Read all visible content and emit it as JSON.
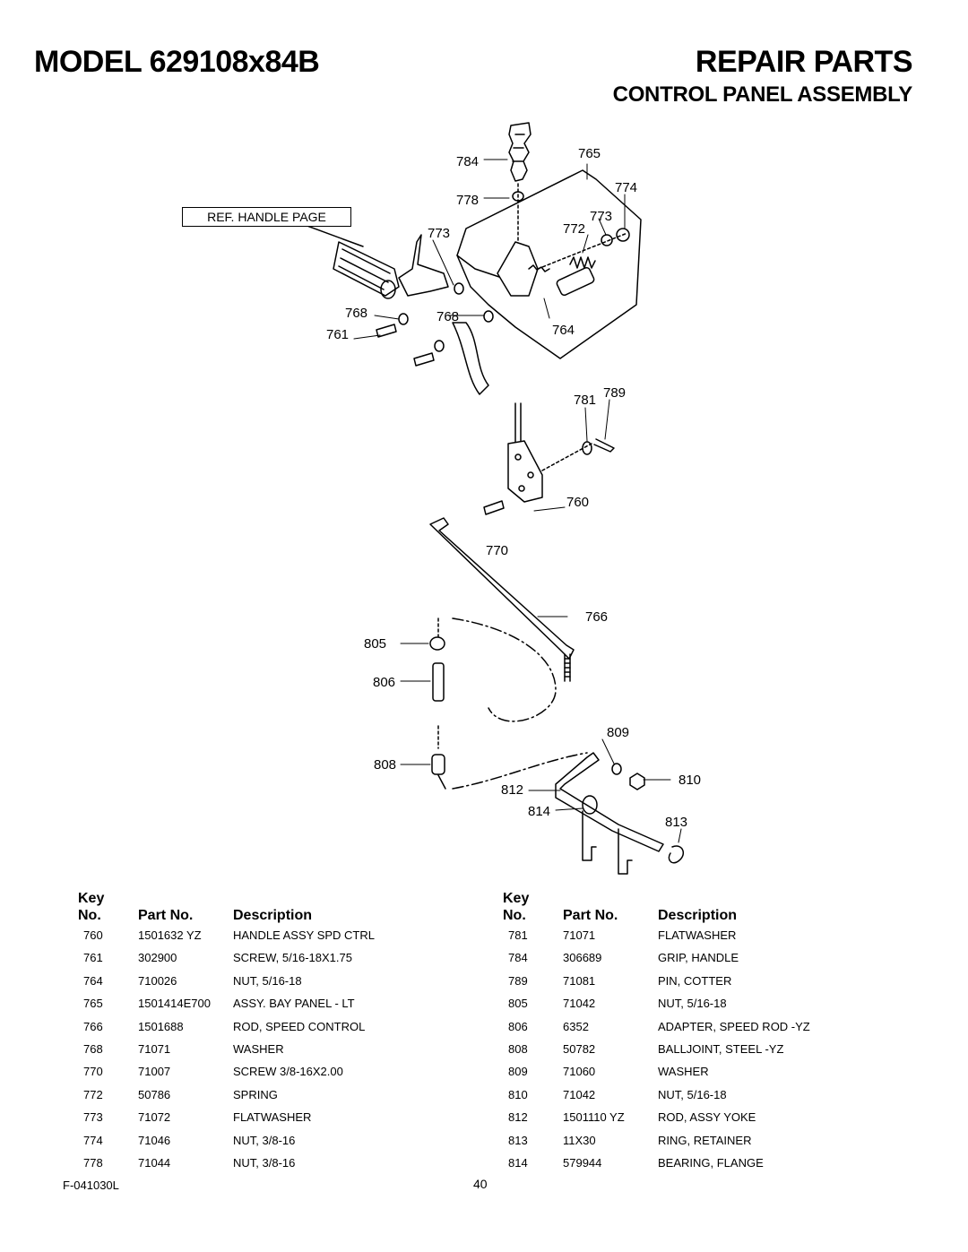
{
  "header": {
    "model": "MODEL 629108x84B",
    "title": "REPAIR PARTS",
    "section": "CONTROL PANEL ASSEMBLY"
  },
  "diagram": {
    "ref_box": "REF. HANDLE PAGE",
    "callouts": [
      "784",
      "765",
      "774",
      "778",
      "773",
      "772",
      "773",
      "768",
      "768",
      "761",
      "764",
      "781",
      "789",
      "760",
      "770",
      "766",
      "805",
      "806",
      "809",
      "808",
      "810",
      "812",
      "814",
      "813"
    ]
  },
  "table_headers": {
    "key_line1": "Key",
    "key_line2": "No.",
    "part_no": "Part No.",
    "description": "Description"
  },
  "parts_left": [
    {
      "key": "760",
      "part": "1501632 YZ",
      "desc": "HANDLE ASSY SPD CTRL"
    },
    {
      "key": "761",
      "part": "302900",
      "desc": "SCREW, 5/16-18X1.75"
    },
    {
      "key": "764",
      "part": "710026",
      "desc": "NUT, 5/16-18"
    },
    {
      "key": "765",
      "part": "1501414E700",
      "desc": "ASSY. BAY PANEL - LT"
    },
    {
      "key": "766",
      "part": "1501688",
      "desc": "ROD, SPEED CONTROL"
    },
    {
      "key": "768",
      "part": "71071",
      "desc": "WASHER"
    },
    {
      "key": "770",
      "part": "71007",
      "desc": "SCREW 3/8-16X2.00"
    },
    {
      "key": "772",
      "part": "50786",
      "desc": "SPRING"
    },
    {
      "key": "773",
      "part": "71072",
      "desc": "FLATWASHER"
    },
    {
      "key": "774",
      "part": "71046",
      "desc": "NUT, 3/8-16"
    },
    {
      "key": "778",
      "part": "71044",
      "desc": "NUT, 3/8-16"
    }
  ],
  "parts_right": [
    {
      "key": "781",
      "part": "71071",
      "desc": "FLATWASHER"
    },
    {
      "key": "784",
      "part": "306689",
      "desc": "GRIP, HANDLE"
    },
    {
      "key": "789",
      "part": "71081",
      "desc": "PIN, COTTER"
    },
    {
      "key": "805",
      "part": "71042",
      "desc": "NUT, 5/16-18"
    },
    {
      "key": "806",
      "part": "6352",
      "desc": "ADAPTER, SPEED ROD -YZ"
    },
    {
      "key": "808",
      "part": "50782",
      "desc": "BALLJOINT, STEEL -YZ"
    },
    {
      "key": "809",
      "part": "71060",
      "desc": "WASHER"
    },
    {
      "key": "810",
      "part": "71042",
      "desc": "NUT, 5/16-18"
    },
    {
      "key": "812",
      "part": "1501110 YZ",
      "desc": "ROD, ASSY YOKE"
    },
    {
      "key": "813",
      "part": "11X30",
      "desc": "RING, RETAINER"
    },
    {
      "key": "814",
      "part": "579944",
      "desc": "BEARING, FLANGE"
    }
  ],
  "footer": {
    "code": "F-041030L",
    "page": "40"
  }
}
